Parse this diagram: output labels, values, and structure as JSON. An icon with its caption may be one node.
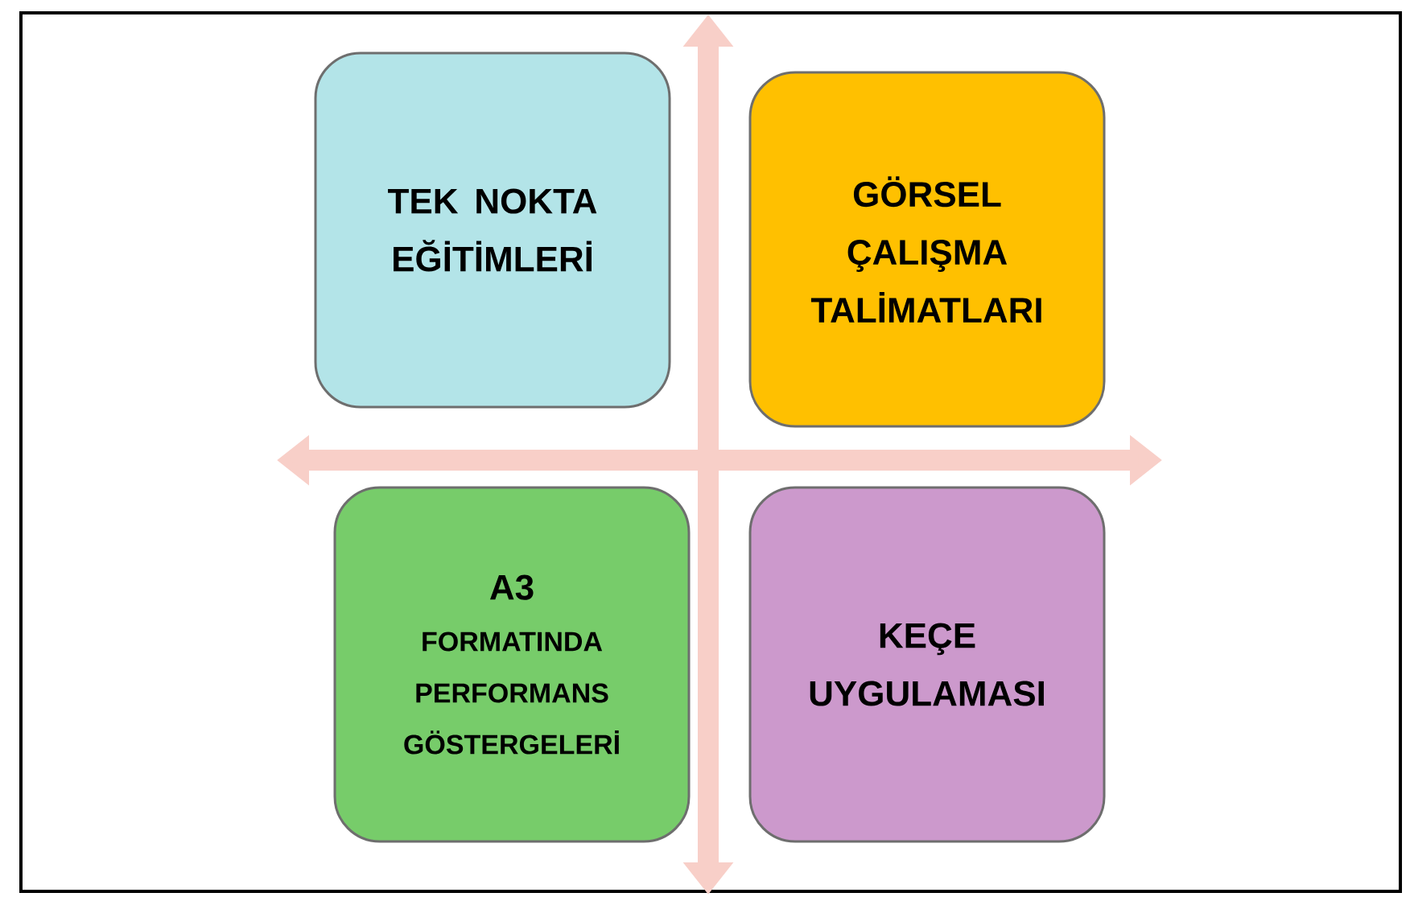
{
  "diagram": {
    "nodes": [
      {
        "text": [
          "TEK NOKTA EĞİTİMLERİ"
        ]
      },
      {
        "text": [
          "GÖRSEL ÇALIŞMA TALİMATLARI"
        ]
      },
      {
        "text": [
          "A3",
          "FORMATINDA PERFORMANS GÖSTERGELERİ"
        ]
      },
      {
        "text": [
          "KEÇE UYGULAMASI"
        ]
      }
    ]
  }
}
